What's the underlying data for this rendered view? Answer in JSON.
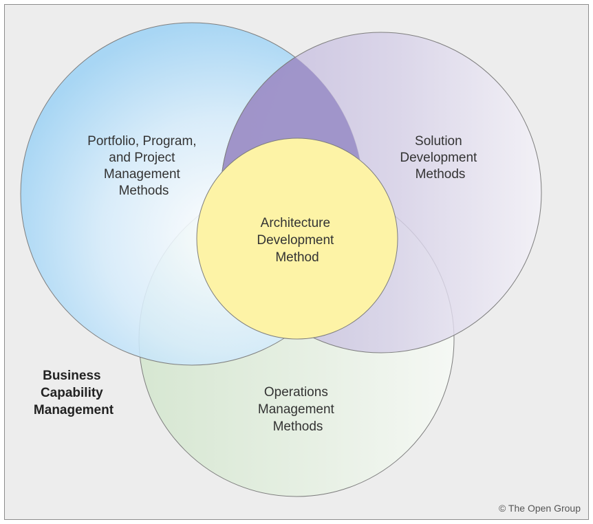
{
  "diagram": {
    "portfolio": {
      "lines": [
        "Portfolio, Program,",
        "and Project",
        "Management",
        "Methods"
      ]
    },
    "solution": {
      "lines": [
        "Solution",
        "Development",
        "Methods"
      ]
    },
    "operations": {
      "lines": [
        "Operations",
        "Management",
        "Methods"
      ]
    },
    "architecture": {
      "lines": [
        "Architecture",
        "Development",
        "Method"
      ]
    },
    "business": {
      "lines": [
        "Business",
        "Capability",
        "Management"
      ]
    },
    "copyright": "© The Open Group"
  },
  "colors": {
    "background": "#ededed",
    "frame": "#8c8c8c",
    "portfolio_fill": "#a9d8f6",
    "solution_fill": "#cdc7e2",
    "solution_overlap": "#9b8fc6",
    "operations_fill": "#deeadb",
    "architecture_fill": "#fdf3a6",
    "text": "#333333"
  }
}
